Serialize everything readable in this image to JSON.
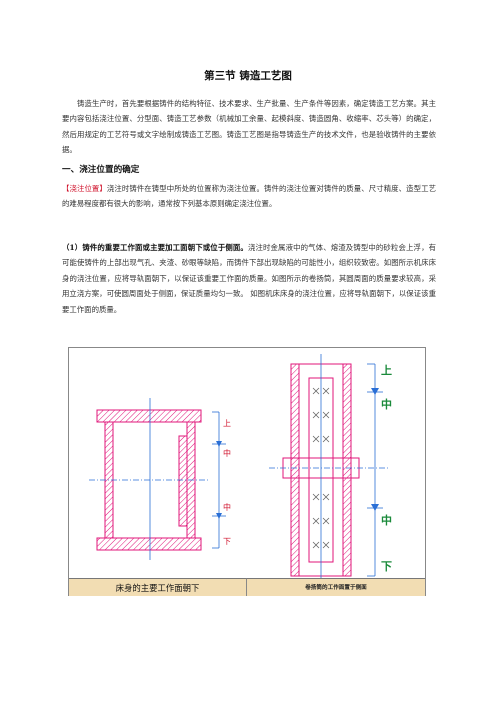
{
  "section_title": "第三节  铸造工艺图",
  "intro_paragraph": "铸造生产时，首先要根据铸件的结构特征、技术要求、生产批量、生产条件等因素，确定铸造工艺方案。其主要内容包括浇注位置、分型面、铸造工艺参数（机械加工余量、起模斜度、铸造圆角、收缩率、芯头等）的确定，然后用规定的工艺符号或文字绘制成铸造工艺图。铸造工艺图是指导铸造生产的技术文件，也是验收铸件的主要依据。",
  "heading_1": "一、浇注位置的确定",
  "definition": {
    "term": "【浇注位置】",
    "text": "浇注时铸件在铸型中所处的位置称为浇注位置。铸件的浇注位置对铸件的质量、尺寸精度、造型工艺的难易程度都有很大的影响，通常按下列基本原则确定浇注位置。"
  },
  "rule_1": {
    "lead": "（1）铸件的重要工作面或主要加工面朝下或位于侧面。",
    "text": "浇注时金属液中的气体、熔渣及铸型中的砂粒会上浮，有可能使铸件的上部出现气孔、夹渣、砂眼等缺陷，而铸件下部出现缺陷的可能性小，组织较致密。如图所示机床床身的浇注位置，应将导轨面朝下，以保证该重要工作面的质量。如图所示的卷扬筒，其圆周面的质量要求较高，采用立浇方案，可使圆周面处于侧面，保证质量均匀一致。  如图机床床身的浇注位置，应将导轨面朝下，以保证该重要工作面的质量。"
  },
  "figure": {
    "left_labels": {
      "top": "上",
      "middle": "中",
      "middle2": "中",
      "bottom": "下"
    },
    "right_labels": {
      "top": "上",
      "middle": "中",
      "middle2": "中",
      "bottom": "下"
    },
    "caption_left": "床身的主要工作面朝下",
    "caption_right": "卷扬筒的工作面置于侧面",
    "colors": {
      "outline": "#e0157a",
      "hatch": "#e0157a",
      "axis": "#2a6fd6",
      "label_red": "#d0122b",
      "label_green": "#1a8a3a",
      "caption_bg": "#f2ddb3"
    }
  }
}
